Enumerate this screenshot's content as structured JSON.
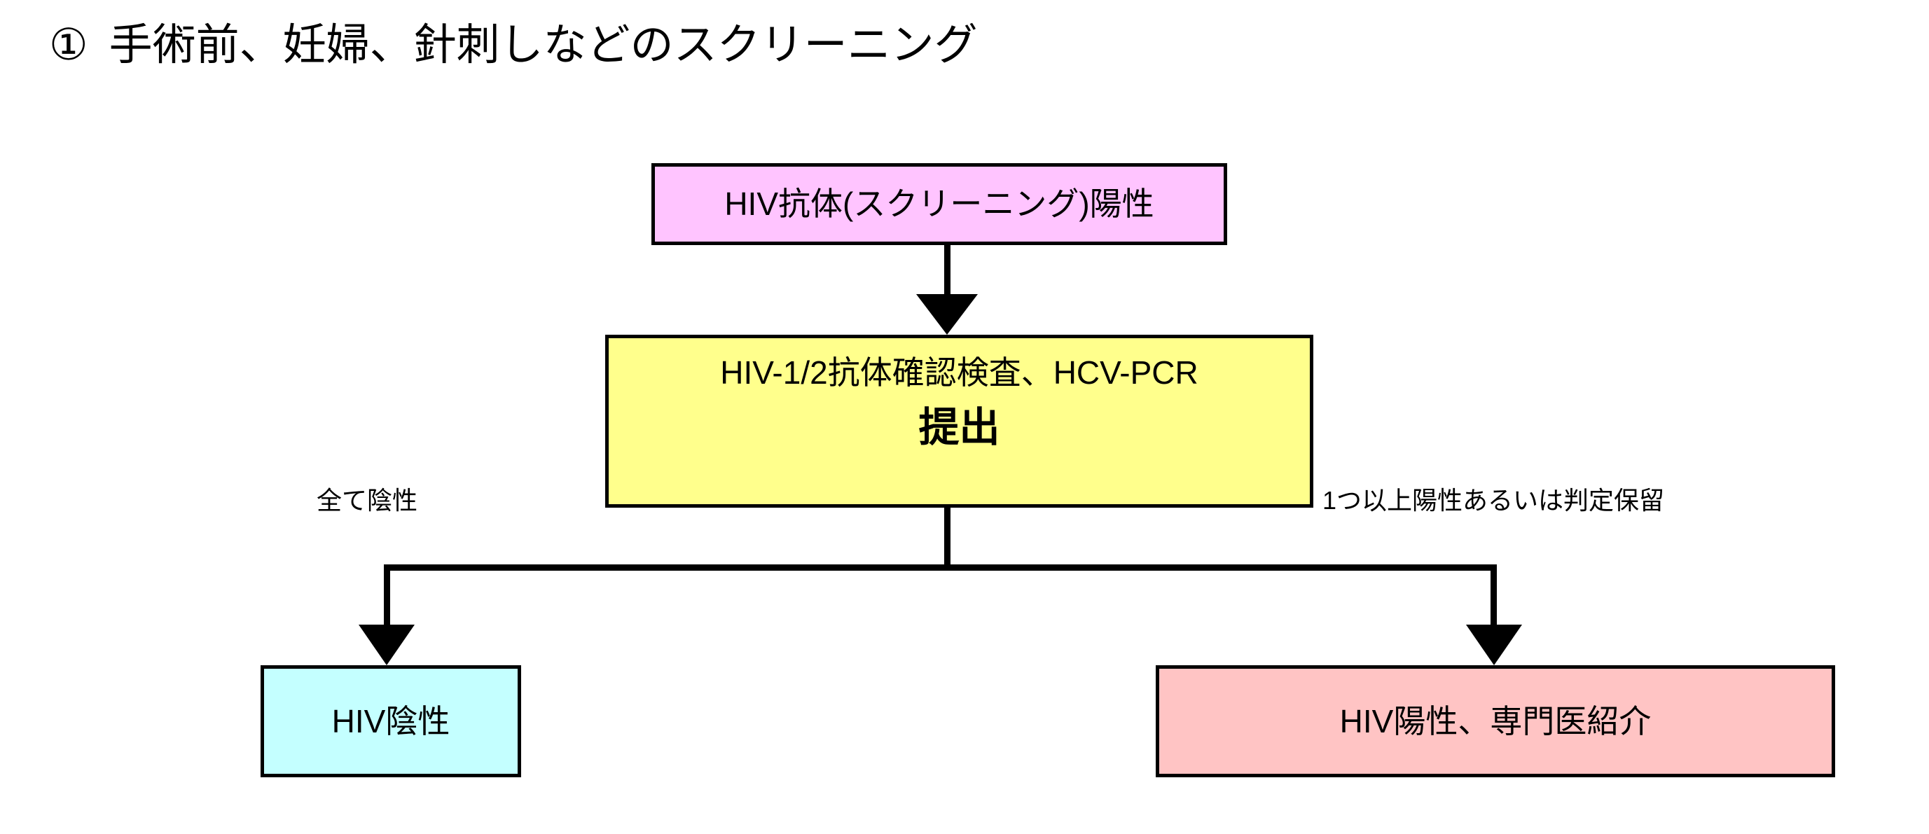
{
  "page": {
    "title_number": "①",
    "title_text": "手術前、妊婦、針刺しなどのスクリーニング",
    "background_color": "#FFFFFF"
  },
  "flowchart": {
    "type": "flowchart",
    "orientation": "top-to-bottom",
    "nodes": [
      {
        "id": "screening-positive",
        "label": "HIV抗体(スクリーニング)陽性",
        "fill_color": "#FFC4FF",
        "border_color": "#000000"
      },
      {
        "id": "confirm-test",
        "label_line_1": "HIV-1/2抗体確認検査、HCV-PCR",
        "label_line_2": "提出",
        "fill_color": "#FFFF8C",
        "border_color": "#000000"
      },
      {
        "id": "hiv-negative",
        "label": "HIV陰性",
        "fill_color": "#C4FFFF",
        "border_color": "#000000"
      },
      {
        "id": "hiv-positive",
        "label": "HIV陽性、専門医紹介",
        "fill_color": "#FFC4C4",
        "border_color": "#000000"
      }
    ],
    "edges": [
      {
        "id": "edge-screening-to-confirm",
        "from": "screening-positive",
        "to": "confirm-test",
        "label": ""
      },
      {
        "id": "edge-confirm-to-negative",
        "from": "confirm-test",
        "to": "hiv-negative",
        "label": "全て陰性"
      },
      {
        "id": "edge-confirm-to-positive",
        "from": "confirm-test",
        "to": "hiv-positive",
        "label": "1つ以上陽性あるいは判定保留"
      }
    ]
  }
}
